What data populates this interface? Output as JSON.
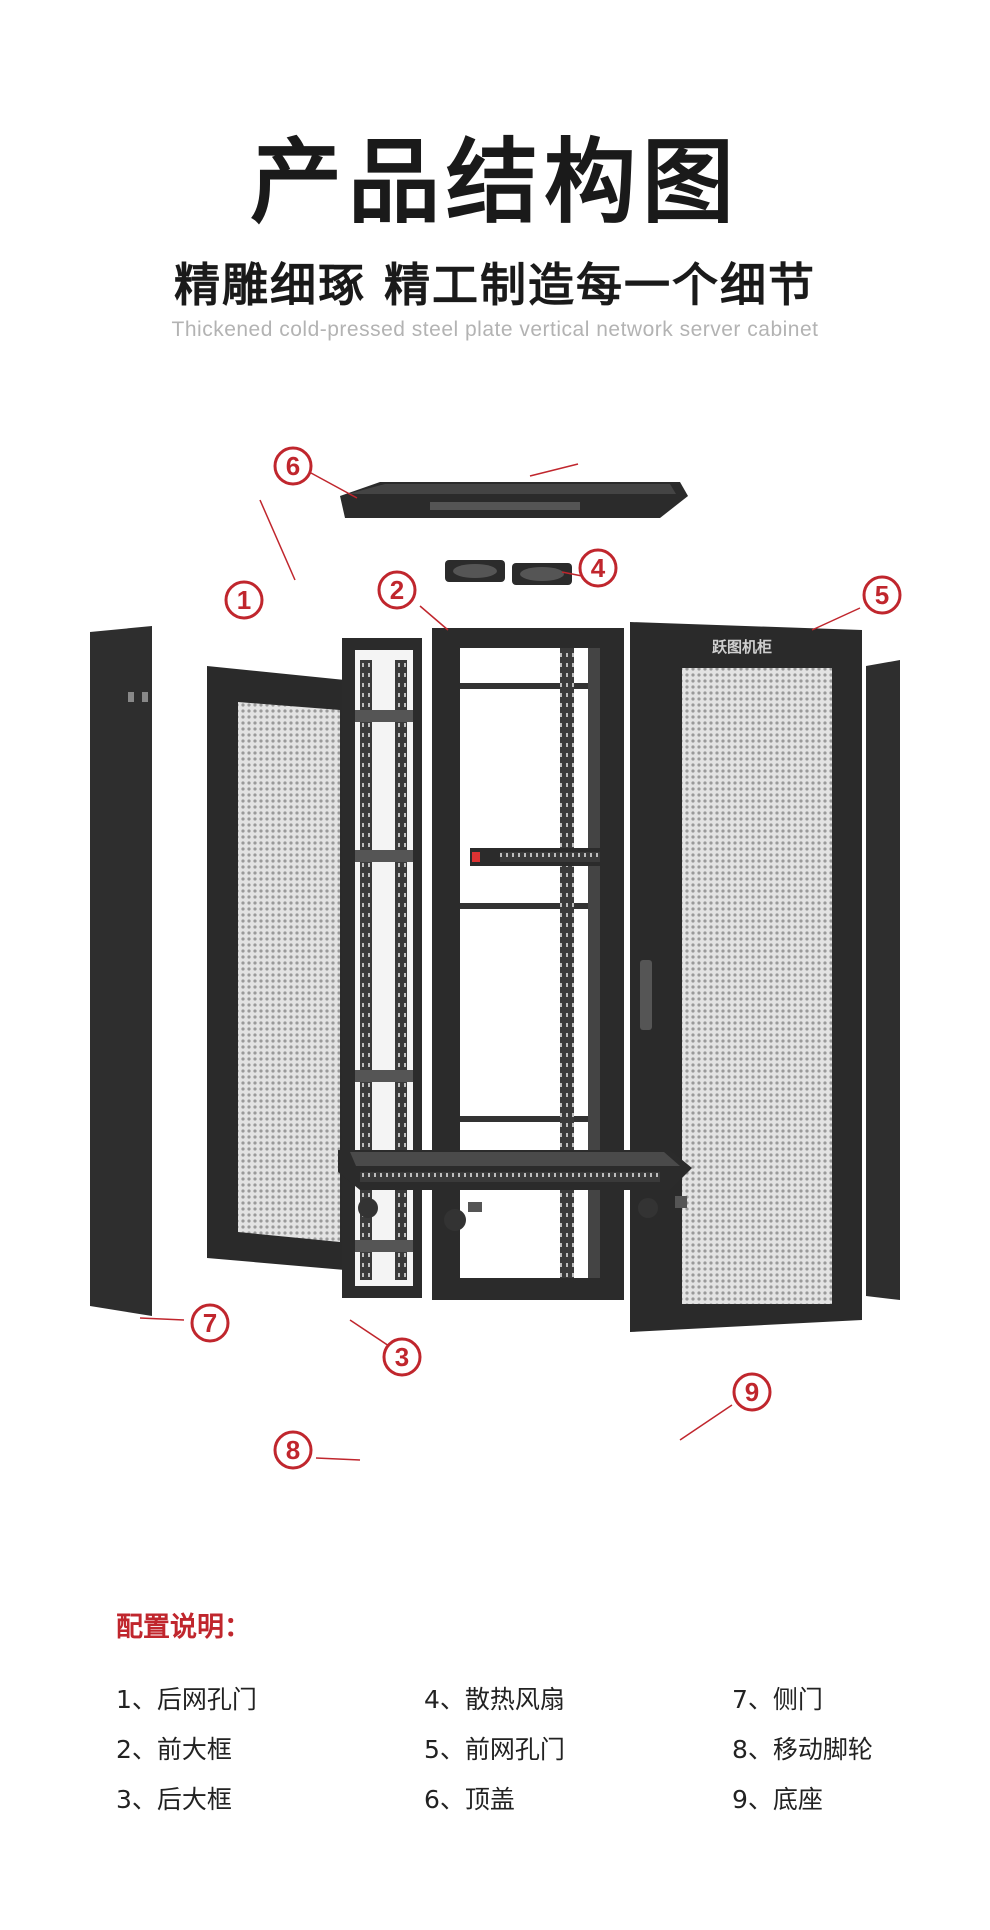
{
  "header": {
    "title": "产品结构图",
    "subtitle": "精雕细琢 精工制造每一个细节",
    "english_caption": "Thickened cold-pressed steel plate vertical network server cabinet"
  },
  "diagram": {
    "brand_on_door": "跃图机柜",
    "callouts": [
      "1",
      "2",
      "3",
      "4",
      "5",
      "6",
      "7",
      "8",
      "9"
    ],
    "accent_color": "#c0262d",
    "body_color": "#2b2b2b",
    "mesh_color": "#d9d9d9"
  },
  "config": {
    "heading": "配置说明：",
    "items": [
      "1、后网孔门",
      "2、前大框",
      "3、后大框",
      "4、散热风扇",
      "5、前网孔门",
      "6、顶盖",
      "7、侧门",
      "8、移动脚轮",
      "9、底座"
    ]
  }
}
